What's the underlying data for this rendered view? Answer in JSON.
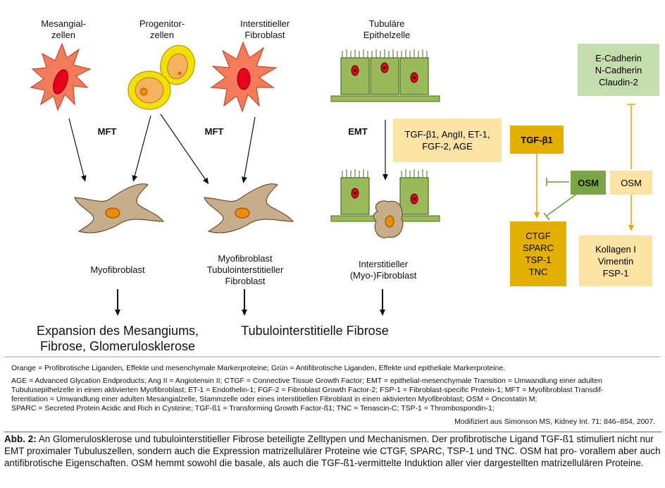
{
  "cells": {
    "mesangial_label": [
      "Mesangial-",
      "zellen"
    ],
    "progenitor_label": [
      "Progenitor-",
      "zellen"
    ],
    "interstitial_fibroblast_label": [
      "Interstitieller",
      "Fibroblast"
    ],
    "tubular_epithelial_label": [
      "Tubuläre",
      "Epithelzelle"
    ]
  },
  "transitions": {
    "mft_left": "MFT",
    "mft_right": "MFT",
    "emt": "EMT"
  },
  "results": {
    "myofibroblast": "Myofibroblast",
    "myofibroblast_tubulo": [
      "Myofibroblast",
      "Tubulointerstitieller",
      "Fibroblast"
    ],
    "interstitial_myofibroblast": [
      "Interstitieller",
      "(Myo-)Fibroblast"
    ],
    "outcome_left": [
      "Expansion des Mesangiums,",
      "Fibrose, Glomerulosklerose"
    ],
    "outcome_right": "Tubulointerstitielle Fibrose"
  },
  "boxes": {
    "emt_ligands": [
      "TGF-β1, AngII, ET-1,",
      "FGF-2, AGE"
    ],
    "tgf": "TGF-β1",
    "osm_green": "OSM",
    "osm_orange": "OSM",
    "epithelial_markers": [
      "E-Cadherin",
      "N-Cadherin",
      "Claudin-2"
    ],
    "matricellular": [
      "CTGF",
      "SPARC",
      "TSP-1",
      "TNC"
    ],
    "mesenchymal": [
      "Kollagen I",
      "Vimentin",
      "FSP-1"
    ]
  },
  "legend": {
    "line1": "Orange = Profibrotische Liganden, Effekte und mesenchymale Markerproteine; Grün = Antifibrotische Liganden, Effekte und epitheliale Markerproteine.",
    "line2": "AGE = Advanced Glycation Endproducts; Ang II = Angiotensin II; CTGF = Connective Tissue Growth Factor; EMT = epithelial-mesenchymale Transition = Umwandlung einer adulten",
    "line3": "Tubulusepithelzelle in einen aktivierten Myofibroblast; ET-1 = Endothelin-1; FGF-2 = Fibroblast Growth Factor-2; FSP-1 = Fibroblast-specific Protein-1; MFT = Myofibroblast Transdif-",
    "line4": "ferentiation = Umwandlung einer adulten Mesangialzelle, Stammzelle oder eines interstitiellen Fibroblast in einen aktivierten Myofibroblast; OSM = Oncostatin M;",
    "line5": "SPARC = Secreted Protein Acidic and Rich in Cysteine; TGF-ß1 = Transforming Growth Factor-ß1; TNC = Tenascin-C; TSP-1 = Thrombospondin-1;",
    "source": "Modifiziert aus Simonson MS, Kidney Int. 71: 846–854, 2007."
  },
  "caption": {
    "label": "Abb. 2:",
    "text": " An Glomerulosklerose und tubulointerstitieller Fibrose beteiligte Zelltypen und Mechanismen. Der profibrotische Ligand TGF-ß1 stimuliert nicht nur EMT proximaler Tubuluszellen, sondern auch die Expression matrizellulärer Proteine wie CTGF, SPARC, TSP-1 und TNC. OSM hat pro- vorallem aber auch antifibrotische Eigenschaften. OSM hemmt sowohl die basale, als auch die TGF-ß1-vermittelte Induktion aller vier dargestellten matrizellulären Proteine."
  },
  "colors": {
    "orange_box": "#e3b000",
    "light_orange_box": "#fbe3a6",
    "light_green_box": "#c5dcac",
    "dark_green_box": "#7aa446",
    "cell_red": "#f47a5c",
    "nucleus_red": "#e8001c",
    "progenitor_yellow": "#f4e000",
    "myofibroblast_tan": "#c8ad8b",
    "epithelium_green": "#9aba5a",
    "orange_line": "#e8a800",
    "green_line": "#6a9a40"
  }
}
